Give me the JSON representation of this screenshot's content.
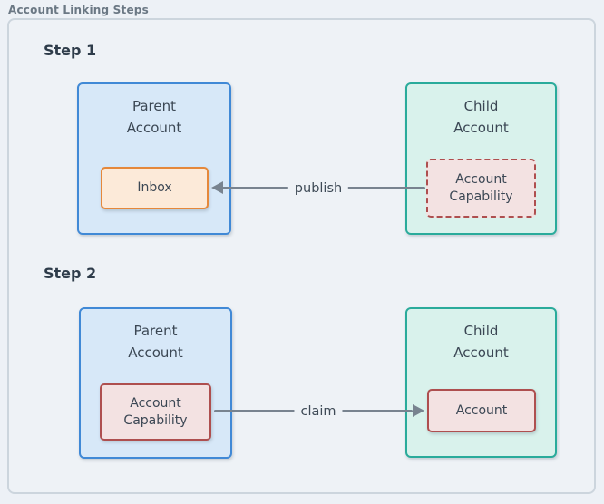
{
  "title": "Account Linking Steps",
  "steps": [
    {
      "label": "Step 1",
      "parent_node": {
        "title": "Parent\nAccount",
        "inner_box": "Inbox"
      },
      "child_node": {
        "title": "Child\nAccount",
        "inner_box": "Account\nCapability"
      },
      "edge": {
        "label": "publish",
        "direction": "right-to-left"
      }
    },
    {
      "label": "Step 2",
      "parent_node": {
        "title": "Parent\nAccount",
        "inner_box": "Account\nCapability"
      },
      "child_node": {
        "title": "Child\nAccount",
        "inner_box": "Account"
      },
      "edge": {
        "label": "claim",
        "direction": "left-to-right"
      }
    }
  ],
  "colors": {
    "background": "#eef2f6",
    "panel_border": "#ccd5dd",
    "title_text": "#6b7884",
    "heading_text": "#2e3c4a",
    "node_text": "#3b4754",
    "parent_fill": "#d7e8f8",
    "parent_border": "#4089d6",
    "child_fill": "#d9f2ec",
    "child_border": "#2aab9b",
    "inbox_fill": "#fcead9",
    "inbox_border": "#e5883b",
    "capability_fill": "#f3e2e2",
    "capability_border": "#ae4f4f",
    "arrow": "#78838f"
  }
}
